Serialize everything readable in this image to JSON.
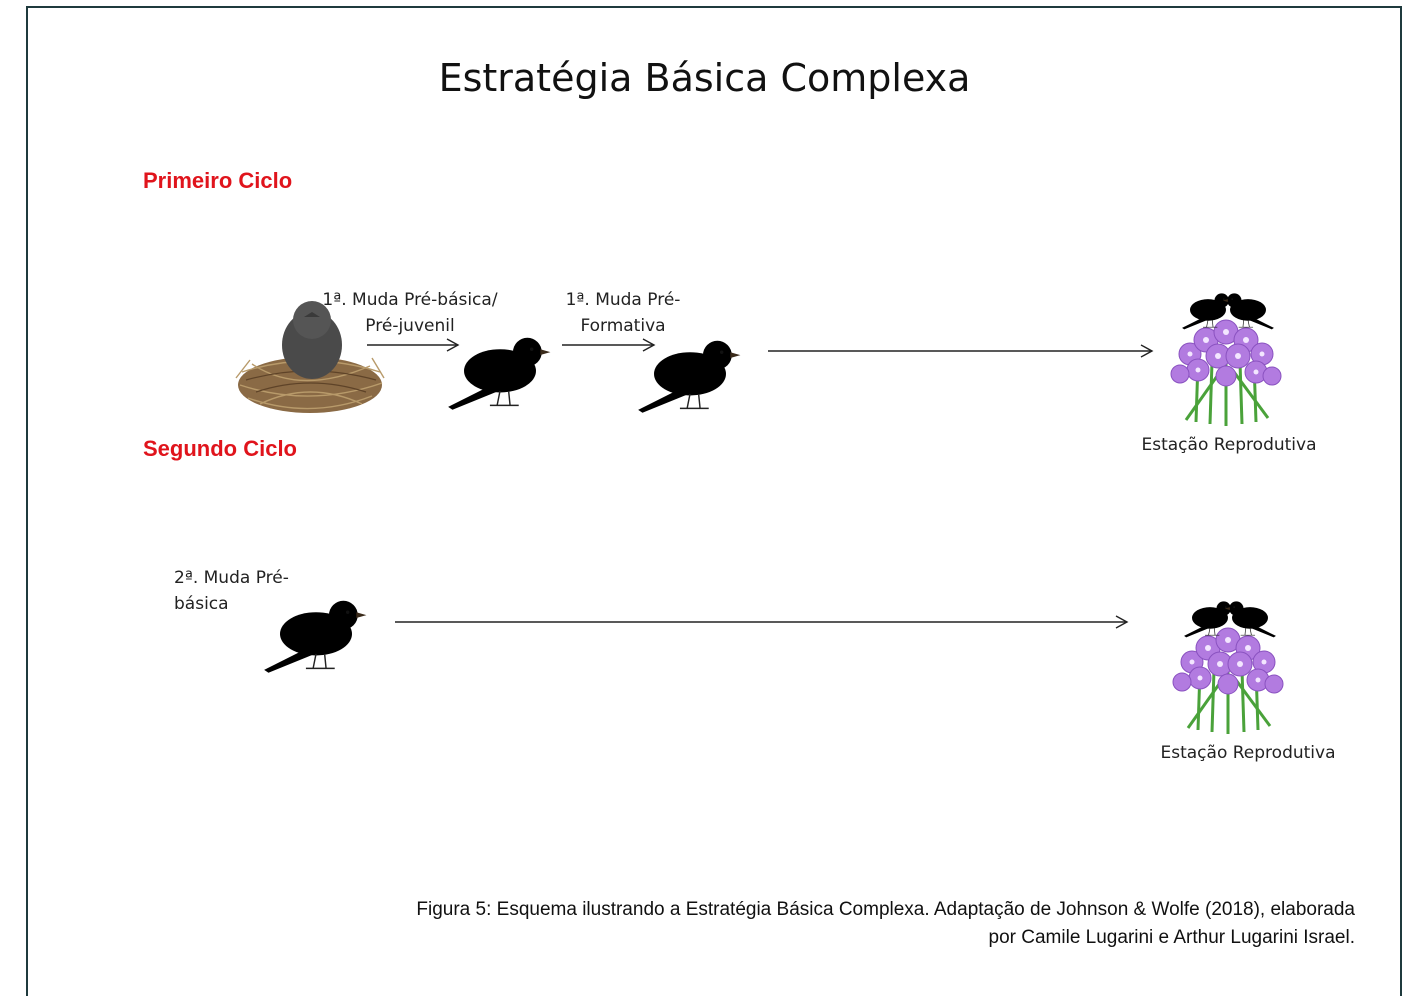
{
  "title": "Estratégia Básica Complexa",
  "cycles": {
    "first": "Primeiro Ciclo",
    "second": "Segundo Ciclo"
  },
  "labels": {
    "molt1_line1": "1ª. Muda Pré-básica/",
    "molt1_line2": "Pré-juvenil",
    "molt2_line1": "1ª. Muda Pré-",
    "molt2_line2": "Formativa",
    "molt3_line1": "2ª. Muda Pré-",
    "molt3_line2": "básica",
    "breeding1": "Estação Reprodutiva",
    "breeding2": "Estação Reprodutiva"
  },
  "caption": {
    "line1": "Figura 5: Esquema ilustrando a Estratégia Básica Complexa. Adaptação de Johnson & Wolfe (2018), elaborada",
    "line2": "por Camile Lugarini e Arthur Lugarini Israel."
  },
  "colors": {
    "cycle_label": "#e0141c",
    "frame": "#1f3a3d",
    "juvenile_bird": "#4a4a4a",
    "adult_bird": "#e0621e",
    "flowers": "#b27be0",
    "stems": "#4aa23a"
  }
}
